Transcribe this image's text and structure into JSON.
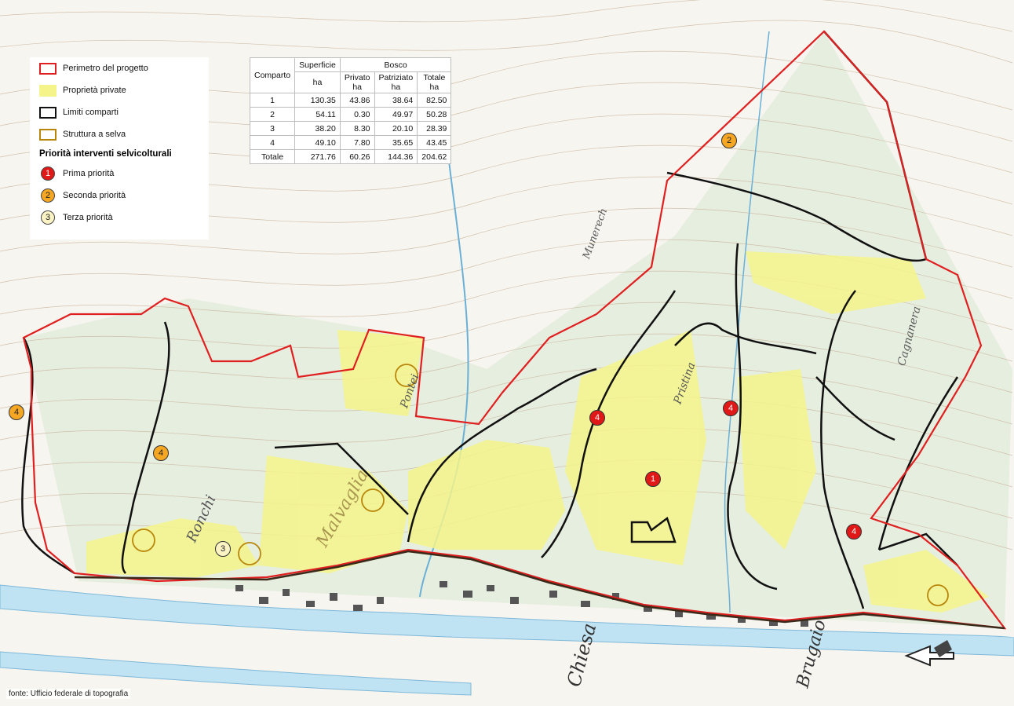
{
  "legend": {
    "items": [
      {
        "label": "Perimetro del progetto",
        "color": "#e02020",
        "style": "outline"
      },
      {
        "label": "Proprietà private",
        "color": "#f4f48a",
        "style": "fill"
      },
      {
        "label": "Limiti comparti",
        "color": "#111111",
        "style": "outline"
      },
      {
        "label": "Struttura a selva",
        "color": "#b8860b",
        "style": "outline"
      }
    ],
    "priority_title": "Priorità interventi selvicolturali",
    "priorities": [
      {
        "number": "1",
        "label": "Prima priorità",
        "color": "#e01818"
      },
      {
        "number": "2",
        "label": "Seconda priorità",
        "color": "#f5a623"
      },
      {
        "number": "3",
        "label": "Terza priorità",
        "color": "#fbf3c4"
      }
    ]
  },
  "table": {
    "headers": {
      "comparto": "Comparto",
      "superficie": "Superficie",
      "bosco": "Bosco",
      "ha": "ha",
      "privato": "Privato",
      "patriziato": "Patriziato",
      "totale": "Totale"
    },
    "rows": [
      [
        "1",
        "130.35",
        "43.86",
        "38.64",
        "82.50"
      ],
      [
        "2",
        "54.11",
        "0.30",
        "49.97",
        "50.28"
      ],
      [
        "3",
        "38.20",
        "8.30",
        "20.10",
        "28.39"
      ],
      [
        "4",
        "49.10",
        "7.80",
        "35.65",
        "43.45"
      ],
      [
        "Totale",
        "271.76",
        "60.26",
        "144.36",
        "204.62"
      ]
    ]
  },
  "markers": [
    {
      "number": "1",
      "priority": 1
    },
    {
      "number": "2",
      "priority": 2
    },
    {
      "number": "3",
      "priority": 3
    },
    {
      "number": "4",
      "priority": 2
    },
    {
      "number": "4",
      "priority": 2
    },
    {
      "number": "4",
      "priority": 1
    },
    {
      "number": "4",
      "priority": 1
    },
    {
      "number": "4",
      "priority": 1
    }
  ],
  "place_names": [
    "Pontei",
    "Malvaglia",
    "Chiesa",
    "Brugaio",
    "Ronchi",
    "Pristina",
    "Cagnanera",
    "Munerech"
  ],
  "source": "fonte: Ufficio federale di topografia",
  "colors": {
    "perimeter": "#e02020",
    "private": "#f4f48a",
    "compartments": "#111111",
    "selva": "#b8860b",
    "forest": "#e6eee0",
    "river": "#bfe3f2",
    "contour": "#c9b49a"
  }
}
